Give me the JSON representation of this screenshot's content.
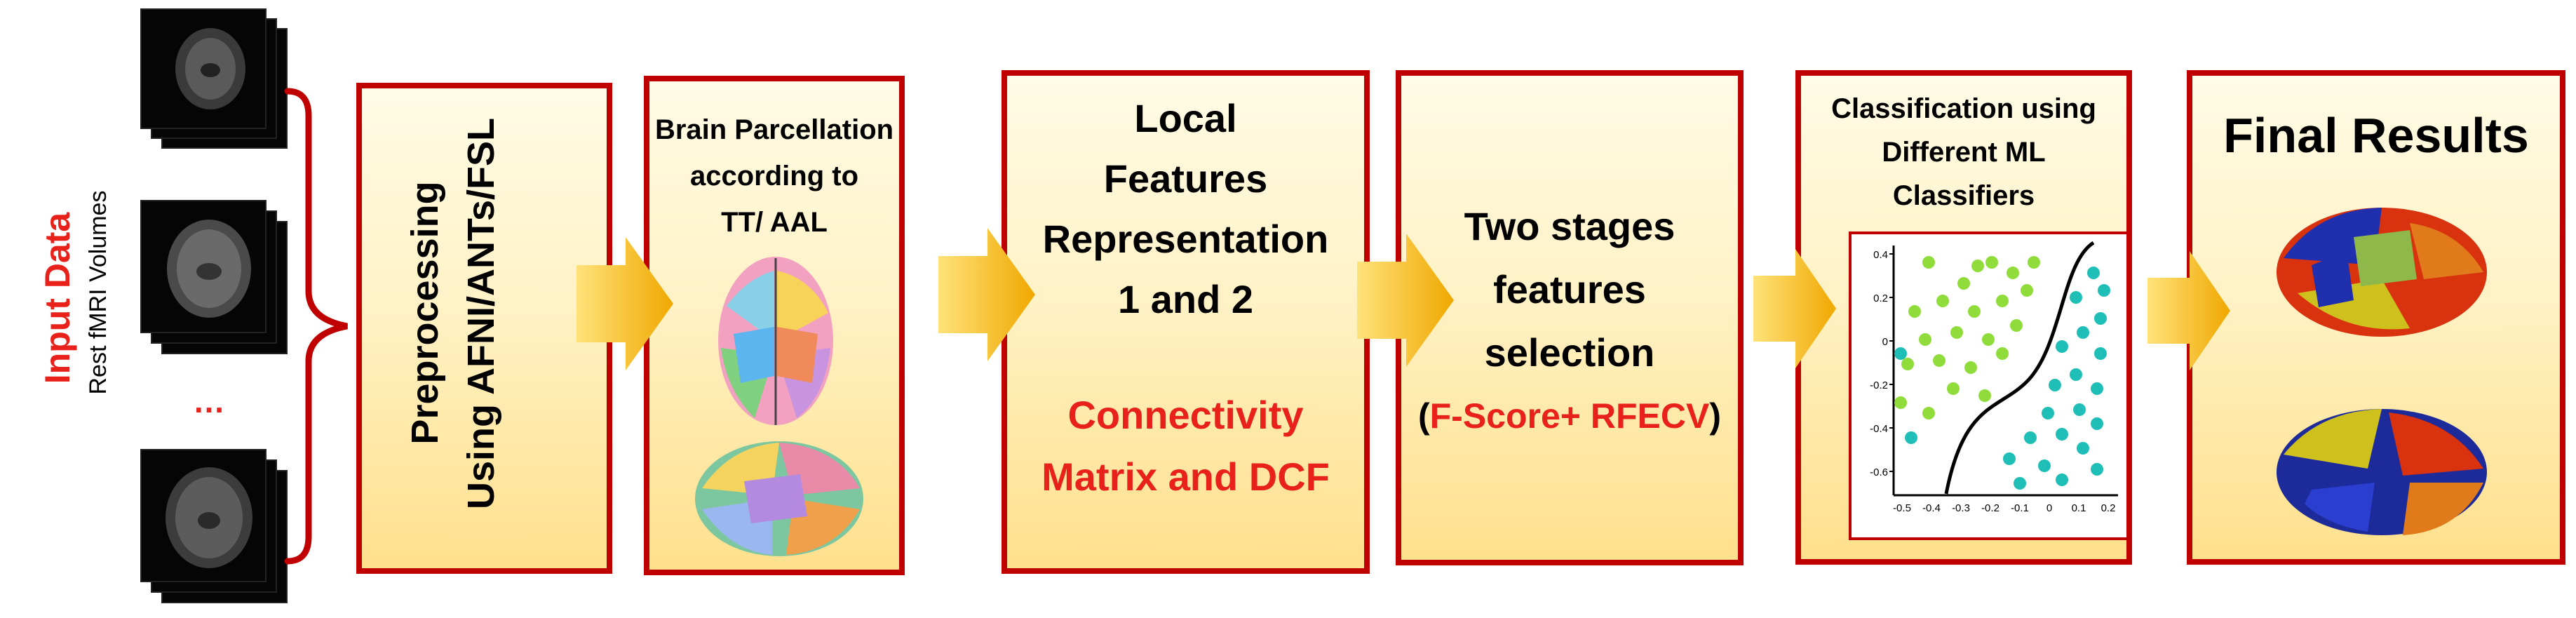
{
  "input": {
    "title": "Input Data",
    "subtitle": "Rest fMRI Volumes",
    "ellipsis": "…"
  },
  "boxes": {
    "preprocessing": {
      "line1": "Preprocessing",
      "line2": "Using AFNI/ANTs/FSL"
    },
    "parcellation": {
      "line1": "Brain Parcellation",
      "line2": "according to",
      "line3": "TT/ AAL"
    },
    "local_features": {
      "line1": "Local",
      "line2": "Features",
      "line3": "Representation",
      "line4": "1 and 2",
      "red1": "Connectivity",
      "red2": "Matrix and DCF"
    },
    "selection": {
      "line1": "Two stages",
      "line2": "features",
      "line3": "selection",
      "paren_open": "(",
      "red": "F-Score+ RFECV",
      "paren_close": ")"
    },
    "classification": {
      "line1": "Classification using",
      "line2": "Different ML",
      "line3": "Classifiers"
    },
    "results": {
      "title": "Final Results"
    }
  },
  "classifier_plot": {
    "y_ticks": [
      "0.4",
      "0.2",
      "0",
      "-0.2",
      "-0.4",
      "-0.6"
    ],
    "x_ticks": [
      "-0.5",
      "-0.4",
      "-0.3",
      "-0.2",
      "-0.1",
      "0",
      "0.1",
      "0.2"
    ]
  },
  "colors": {
    "border": "#c00000",
    "red_text": "#e8221b",
    "arrow": "#f5b800",
    "green_points": "#8fdc3a",
    "teal_points": "#1fbfb8"
  }
}
